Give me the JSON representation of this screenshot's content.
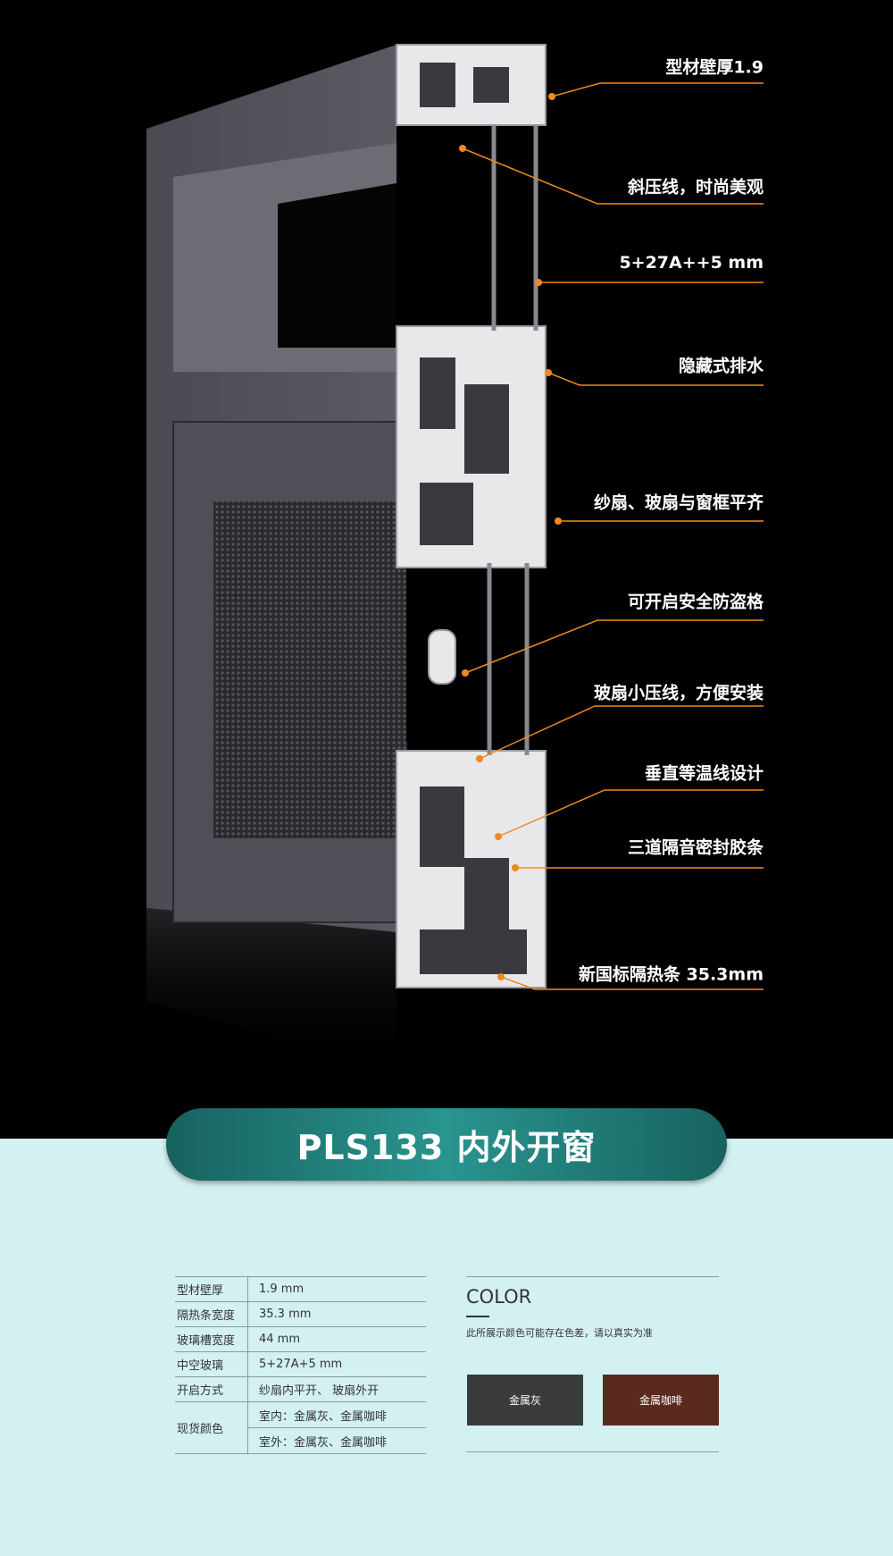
{
  "callouts": [
    {
      "label": "型材壁厚1.9"
    },
    {
      "label": "斜压线，时尚美观"
    },
    {
      "label": "5+27A++5 mm"
    },
    {
      "label": "隐藏式排水"
    },
    {
      "label": "纱扇、玻扇与窗框平齐"
    },
    {
      "label": "可开启安全防盗格"
    },
    {
      "label": "玻扇小压线，方便安装"
    },
    {
      "label": "垂直等温线设计"
    },
    {
      "label": "三道隔音密封胶条"
    },
    {
      "label": "新国标隔热条 35.3mm"
    }
  ],
  "accent_color": "#f08a1c",
  "banner": {
    "title": "PLS133 内外开窗"
  },
  "specs": [
    {
      "key": "型材壁厚",
      "value": "1.9 mm"
    },
    {
      "key": "隔热条宽度",
      "value": "35.3 mm"
    },
    {
      "key": "玻璃槽宽度",
      "value": "44 mm"
    },
    {
      "key": "中空玻璃",
      "value": "5+27A+5 mm"
    },
    {
      "key": "开启方式",
      "value": "纱扇内平开、 玻扇外开"
    }
  ],
  "stock_colors": {
    "key": "现货颜色",
    "indoor": "室内：金属灰、金属咖啡",
    "outdoor": "室外：金属灰、金属咖啡"
  },
  "color_section": {
    "title": "COLOR",
    "note": "此所展示颜色可能存在色差，请以真实为准",
    "swatches": [
      {
        "name": "金属灰",
        "color": "#3a3b3d"
      },
      {
        "name": "金属咖啡",
        "color": "#5a2a1e"
      }
    ]
  }
}
